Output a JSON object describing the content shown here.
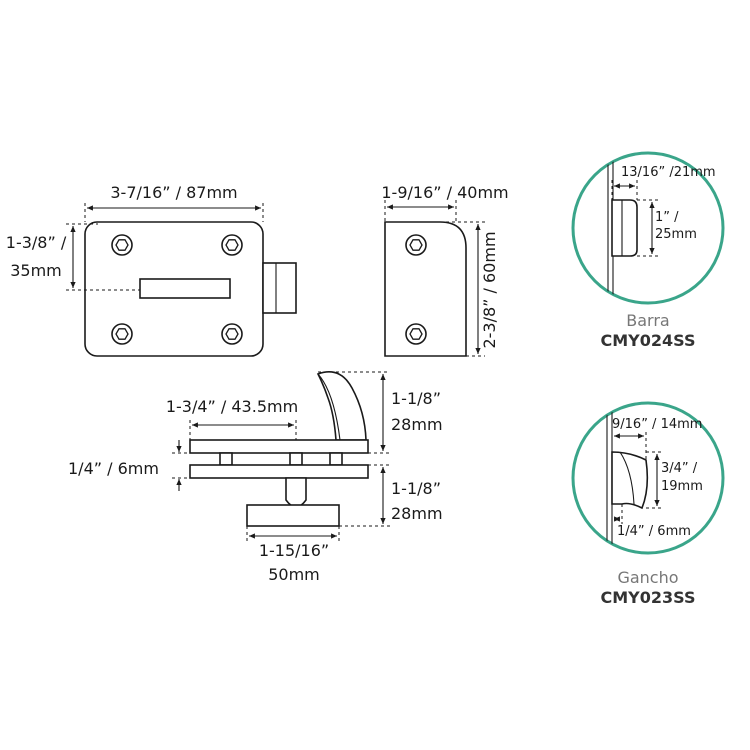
{
  "front_view": {
    "width_label": "3-7/16” / 87mm",
    "height_label_line1": "1-3/8” /",
    "height_label_line2": "35mm"
  },
  "side_view": {
    "width_label": "1-9/16” / 40mm",
    "height_label": "2-3/8” / 60mm"
  },
  "bottom_view": {
    "offset_label": "1-3/4” / 43.5mm",
    "top_height_line1": "1-1/8”",
    "top_height_line2": "28mm",
    "gap_label": "1/4” / 6mm",
    "bottom_height_line1": "1-1/8”",
    "bottom_height_line2": "28mm",
    "base_width_line1": "1-15/16”",
    "base_width_line2": "50mm"
  },
  "barra": {
    "width_label": "13/16” /21mm",
    "height_line1": "1” /",
    "height_line2": "25mm",
    "name": "Barra",
    "code": "CMY024SS",
    "accent_color": "#3aa58a"
  },
  "gancho": {
    "width_label": "9/16” / 14mm",
    "height_line1": "3/4” /",
    "height_line2": "19mm",
    "depth_label": "1/4” / 6mm",
    "name": "Gancho",
    "code": "CMY023SS",
    "accent_color": "#3aa58a"
  }
}
